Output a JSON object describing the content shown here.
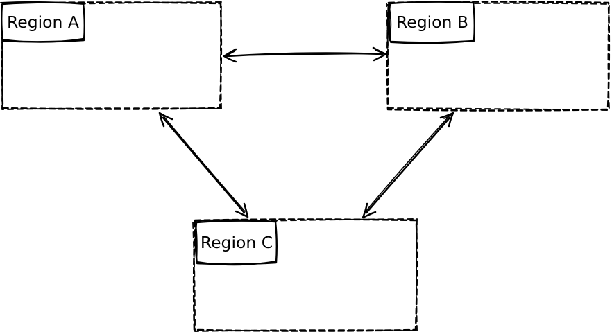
{
  "canvas": {
    "background_color": "#ffffff",
    "stroke_color": "#000000",
    "style": "hand-drawn sketch, dashed region frames"
  },
  "regions": [
    {
      "id": "region-a",
      "label": "Region A",
      "position": "top-left"
    },
    {
      "id": "region-b",
      "label": "Region B",
      "position": "top-right"
    },
    {
      "id": "region-c",
      "label": "Region C",
      "position": "bottom-center"
    }
  ],
  "connections": [
    {
      "from": "Region A",
      "to": "Region B",
      "arrows": "both-ends"
    },
    {
      "from": "Region A",
      "to": "Region C",
      "arrows": "both-ends"
    },
    {
      "from": "Region B",
      "to": "Region C",
      "arrows": "both-ends"
    }
  ]
}
